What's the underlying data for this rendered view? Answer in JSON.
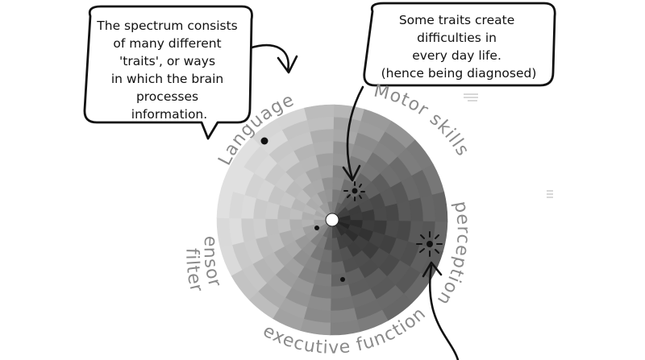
{
  "callouts": [
    {
      "id": "spectrum",
      "lines": [
        "The spectrum consists",
        "of many different",
        "'traits', or ways",
        "in which the brain",
        "processes",
        "information."
      ]
    },
    {
      "id": "difficulties",
      "lines": [
        "Some traits create",
        "difficulties in",
        "every day life.",
        "(hence being diagnosed)"
      ]
    }
  ],
  "wheel": {
    "sectors": 24,
    "rings": 9,
    "labels": {
      "language": "Language",
      "motor": "Motor skills",
      "perception": "perception",
      "executive": "executive function",
      "sensory_line1": "sensory",
      "sensory_line2": "filter"
    }
  },
  "colors": {
    "ink": "#1a1a1a",
    "label_gray": "#8a8a8a",
    "paper": "#ffffff"
  }
}
